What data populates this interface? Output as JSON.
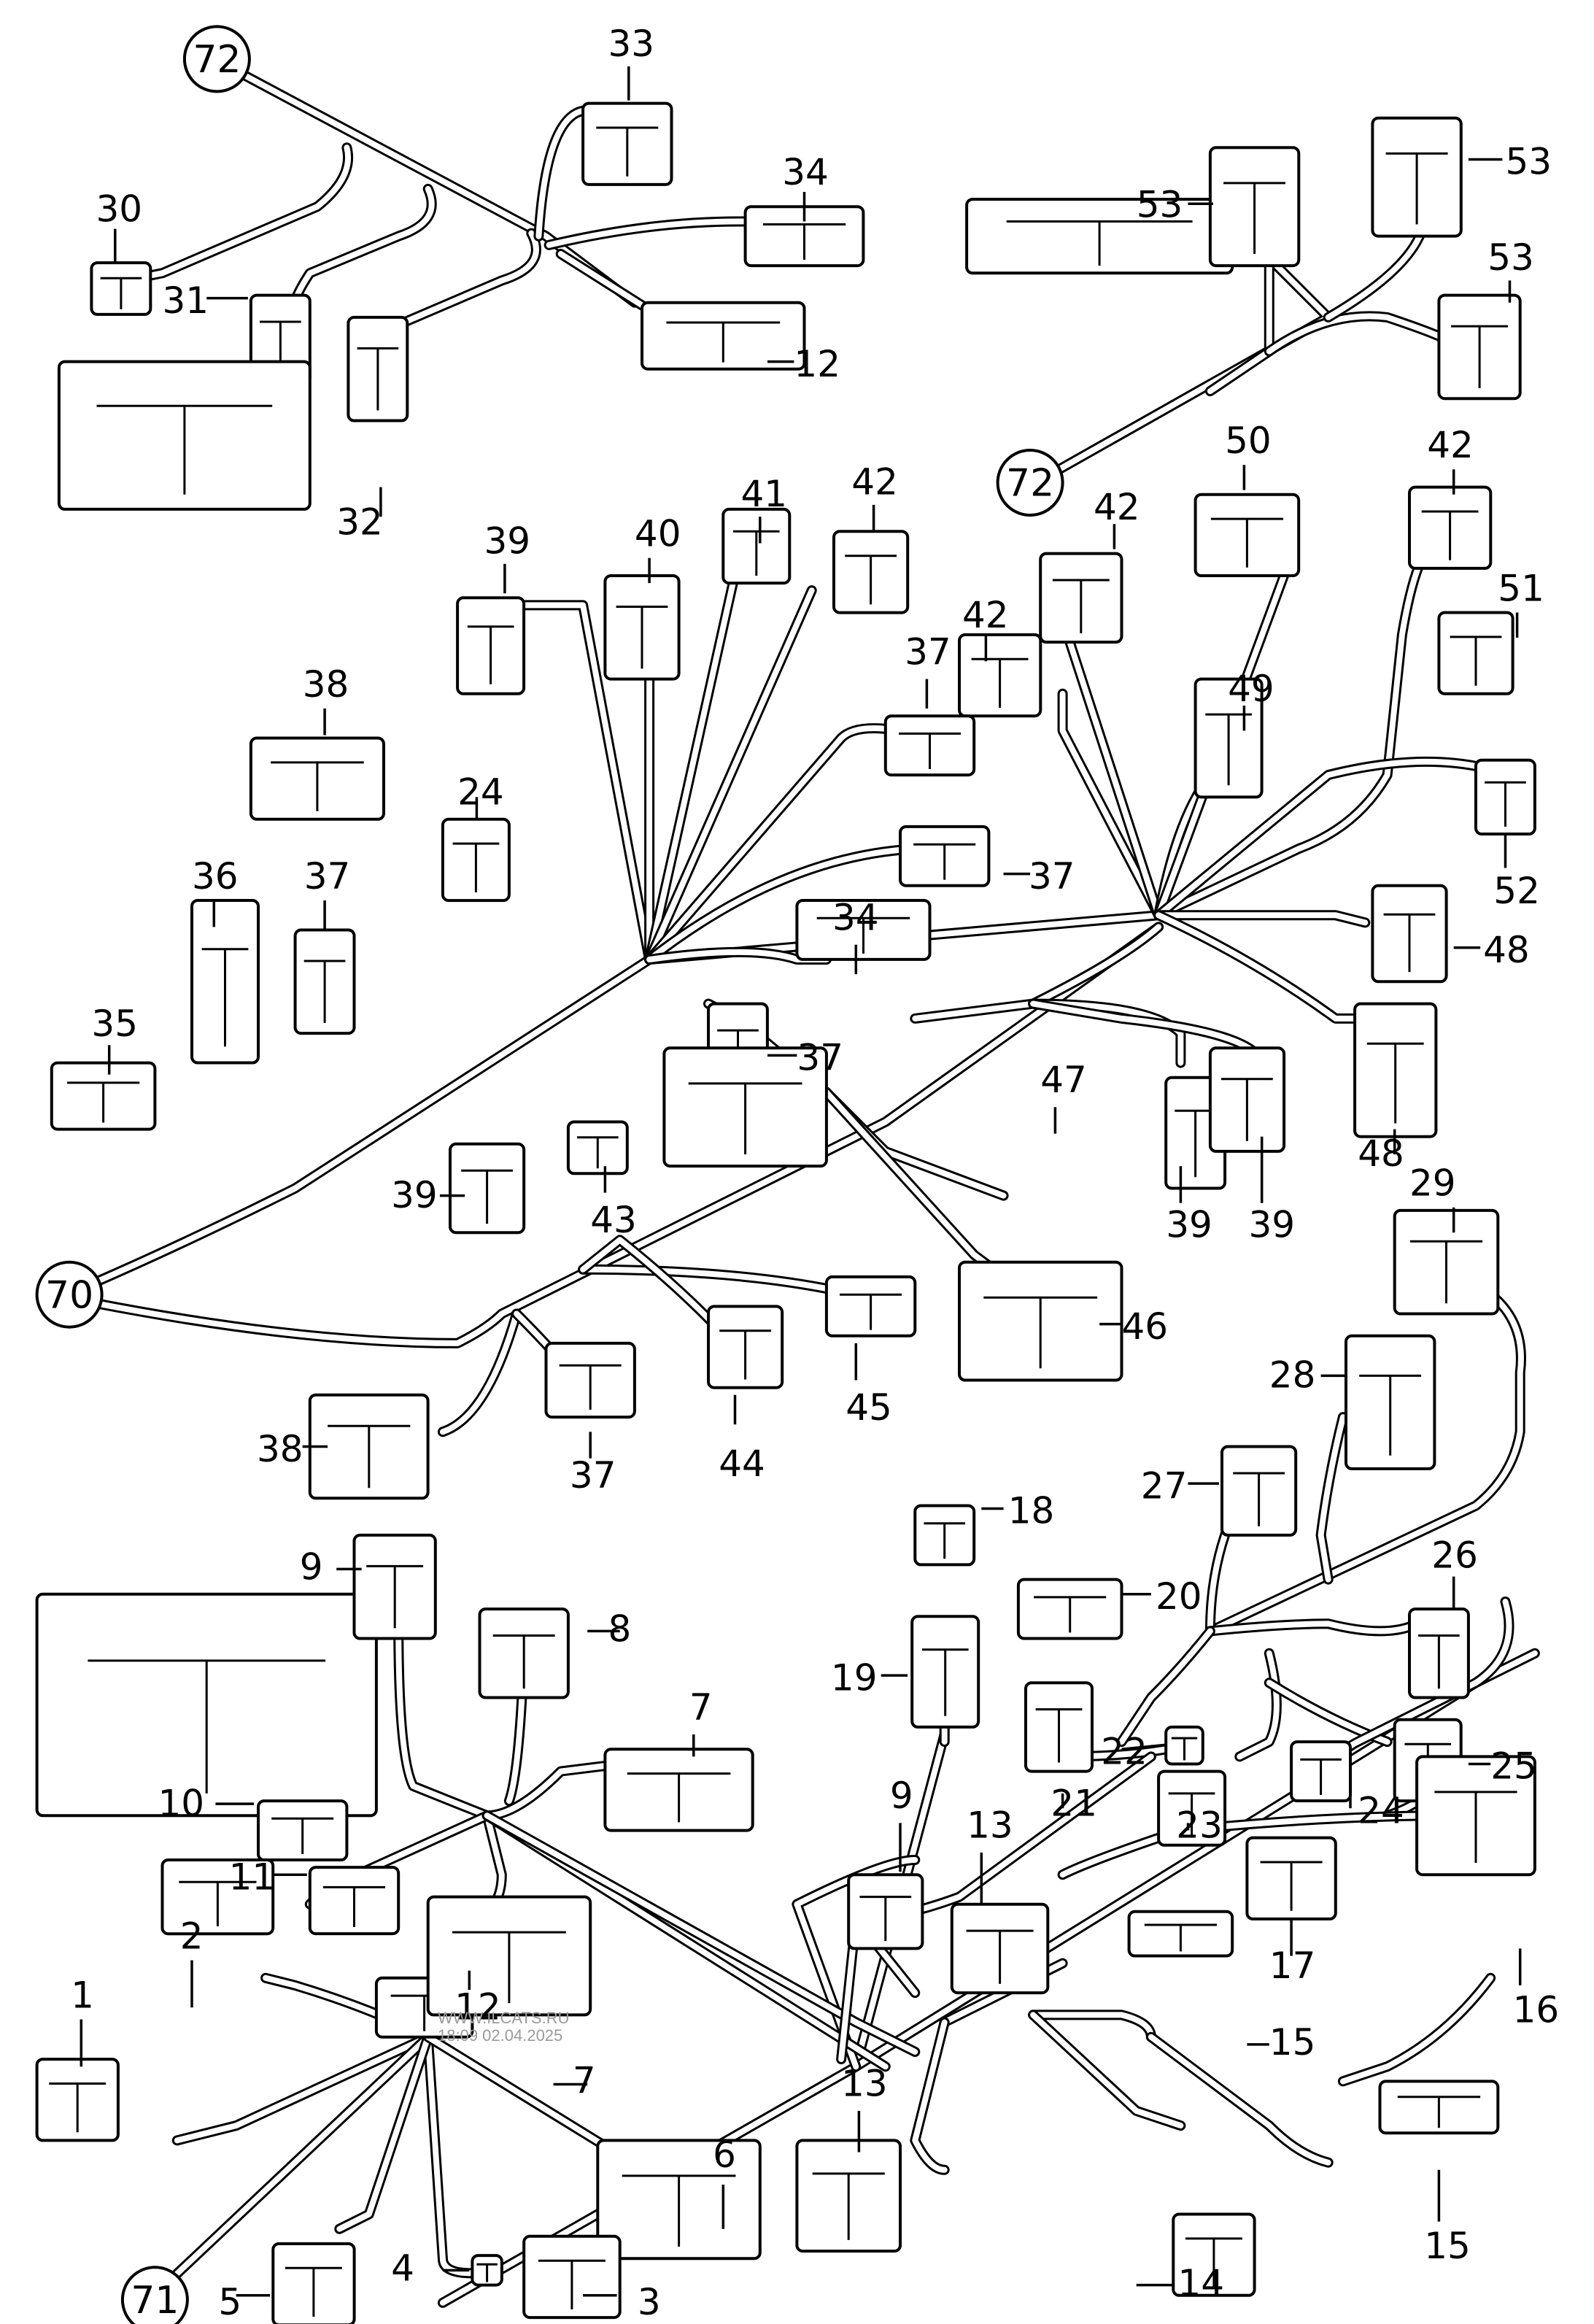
{
  "diagram": {
    "title": "Wiring harness connectors exploded view",
    "reference_circles": [
      "72",
      "72",
      "70",
      "71"
    ],
    "callouts": [
      "1",
      "2",
      "3",
      "4",
      "5",
      "6",
      "7",
      "7",
      "8",
      "9",
      "9",
      "10",
      "11",
      "12",
      "12",
      "13",
      "13",
      "14",
      "15",
      "15",
      "16",
      "17",
      "18",
      "19",
      "20",
      "21",
      "22",
      "23",
      "24",
      "24",
      "25",
      "26",
      "27",
      "28",
      "29",
      "30",
      "31",
      "32",
      "33",
      "34",
      "34",
      "35",
      "36",
      "37",
      "37",
      "37",
      "37",
      "37",
      "38",
      "38",
      "39",
      "39",
      "39",
      "39",
      "40",
      "41",
      "42",
      "42",
      "42",
      "42",
      "43",
      "44",
      "45",
      "46",
      "47",
      "48",
      "48",
      "49",
      "50",
      "51",
      "52",
      "53",
      "53",
      "53"
    ],
    "watermark": {
      "line1": "WWW.ILCATS.RU",
      "line2": "18:09 02.04.2025"
    }
  }
}
